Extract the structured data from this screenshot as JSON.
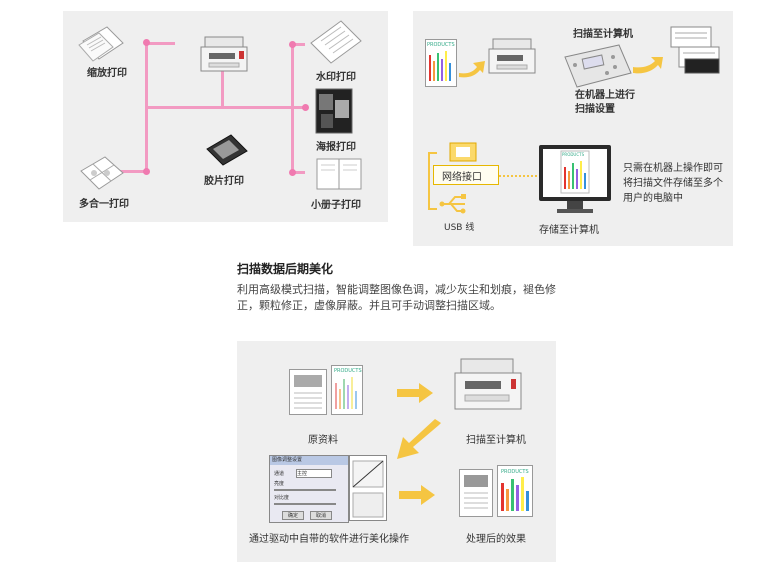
{
  "print_panel": {
    "labels": {
      "scale_print": "缩放打印",
      "multi_up_print": "多合一打印",
      "film_print": "胶片打印",
      "watermark_print": "水印打印",
      "poster_print": "海报打印",
      "booklet_print": "小册子打印"
    }
  },
  "scan_panel": {
    "scan_to_pc_title": "扫描至计算机",
    "scan_settings": "在机器上进行\n扫描设置",
    "network_port": "网络接口",
    "usb_cable": "USB 线",
    "store_to_pc": "存储至计算机",
    "description": "只需在机器上操作即可\n将扫描文件存储至多个\n用户的电脑中",
    "products_label": "PRODUCTS"
  },
  "section": {
    "heading": "扫描数据后期美化",
    "paragraph": "利用高级模式扫描，智能调整图像色调，减少灰尘和划痕，褪色修正，颗粒修正，虚像屏蔽。并且可手动调整扫描区域。"
  },
  "beautify_panel": {
    "original": "原资料",
    "scan_to_pc": "扫描至计算机",
    "driver_software": "通过驱动中自带的软件进行美化操作",
    "processed_result": "处理后的效果",
    "products_label": "PRODUCTS",
    "dialog_title": "图像调整设置",
    "dialog_channel_label": "通道",
    "dialog_channel_value": "主控",
    "dialog_brightness": "亮度",
    "dialog_contrast": "对比度",
    "dialog_ok": "确定",
    "dialog_cancel": "取消"
  },
  "colors": {
    "pink_line": "#f29ac2",
    "yellow_arrow": "#f5c542",
    "panel_bg": "#efefef"
  }
}
